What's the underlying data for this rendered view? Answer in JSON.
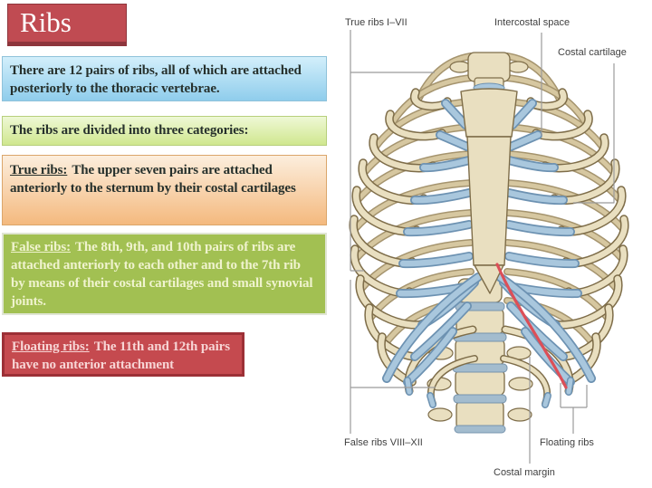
{
  "slide": {
    "title": "Ribs",
    "boxes": {
      "intro": {
        "text": "There are 12 pairs of ribs, all of which are attached posteriorly to the thoracic vertebrae."
      },
      "categories": {
        "text": "The ribs are divided into three categories:"
      },
      "true_ribs": {
        "heading": "True ribs:",
        "text": "The upper seven pairs are attached anteriorly to the sternum by their costal cartilages"
      },
      "false_ribs": {
        "heading": "False ribs:",
        "text": "The 8th, 9th, and 10th pairs of ribs are attached anteriorly to each other and to the 7th rib by means of their costal cartilages and small synovial joints."
      },
      "floating_ribs": {
        "heading": "Floating ribs:",
        "text": "The 11th and 12th pairs have no anterior attachment"
      }
    }
  },
  "figure": {
    "labels": {
      "true_ribs": "True ribs I–VII",
      "intercostal_space": "Intercostal space",
      "costal_cartilage": "Costal cartilage",
      "false_ribs": "False ribs VIII–XII",
      "floating_ribs": "Floating ribs",
      "costal_margin": "Costal margin"
    },
    "colors": {
      "bone": "#e9dfc0",
      "bone_outline": "#7e6d49",
      "bone_shade": "#d6c7a0",
      "bone_shade_edge": "#a5946e",
      "cartilage": "#a9c7dd",
      "cartilage_outline": "#6d92b2",
      "disc": "#a3bcce",
      "disc_outline": "#7693ad",
      "costal_margin_highlight": "#dc4f58",
      "leader_line": "#9b9b9b"
    }
  },
  "palette": {
    "title_bg": "#c04b52",
    "title_edge": "#8e353c",
    "title_text": "#ffffff",
    "intro_top": "#d3effb",
    "intro_bottom": "#8fcdec",
    "intro_border": "#8fc2da",
    "categories_top": "#eef8d5",
    "categories_bottom": "#d0e78f",
    "categories_border": "#b7cf7c",
    "true_top": "#fceedd",
    "true_bottom": "#f4b97e",
    "true_border": "#dba66b",
    "false_bg": "#a2c052",
    "false_border": "#e0e5d4",
    "false_text": "#f0f3cf",
    "floating_bg": "#c54a4f",
    "floating_border": "#9c3036",
    "floating_text": "#f7d5d5",
    "body_text": "#26302c",
    "label_text": "#3f3f3f"
  }
}
